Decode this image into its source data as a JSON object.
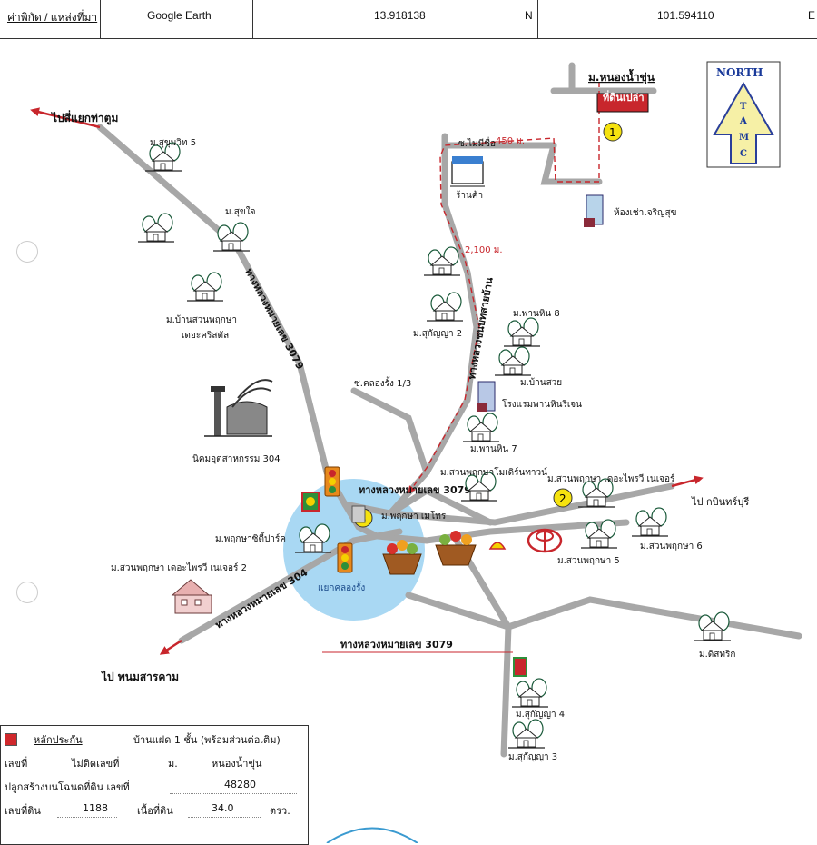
{
  "header": {
    "source_label": "ค่าพิกัด / แหล่งที่มา",
    "source_value": "Google Earth",
    "lat": "13.918138",
    "lat_dir": "N",
    "lon": "101.594110",
    "lon_dir": "E"
  },
  "compass": {
    "north": "NORTH",
    "letters": [
      "T",
      "A",
      "M",
      "C"
    ]
  },
  "roads": {
    "r3079_north": "ทางหลวงหมายเลข 3079",
    "r3079_center": "ทางหลวงหมายเลข 3079",
    "r3079_south": "ทางหลวงหมายเลข 3079",
    "r304": "ทางหลวงหมายเลข 304",
    "khlong_rung_road": "ทางหลวงชนบทสายบ้าน",
    "soi_noname": "ซ.ไม่มีชื่อ",
    "soi_khlong_rung": "ซ.คลองรั้ง 1/3"
  },
  "directions": {
    "to_tha_tum": "ไปสี่แยกท่าตูม",
    "to_kabinburi": "ไป กบินทร์บุรี",
    "to_phanom": "ไป พนมสารคาม"
  },
  "distances": {
    "d450": "450 ม.",
    "d2100": "2,100 ม."
  },
  "intersection": "แยกคลองรั้ง",
  "markers": [
    "1",
    "2",
    "3"
  ],
  "subject": {
    "village": "ม.หนองน้ำขุ่น",
    "plot_label": "ที่ดินเปล่า"
  },
  "places": {
    "sukhumvit5": "ม.สุขุมวิท 5",
    "sukjai": "ม.สุขใจ",
    "suan_pruksa_1": "ม.บ้านสวนพฤกษา",
    "suan_pruksa_2": "เดอะคริสตัล",
    "industrial": "นิคมอุตสาหกรรม 304",
    "shop": "ร้านค้า",
    "apartment": "ห้องเช่าเจริญสุข",
    "sukanya2": "ม.สุกัญญา 2",
    "phanhin8": "ม.พานหิน 8",
    "bansuay": "ม.บ้านสวย",
    "hotel": "โรงแรมพานหินรีเจน",
    "phanhin7": "ม.พานหิน 7",
    "pruksa_modern": "ม.สวนพฤกษาโมเดิร์นทาวน์",
    "pruksa_metro": "ม.พฤกษา เมโทร",
    "pruksa_city": "ม.พฤกษาซิตี้ปาร์ค",
    "pruksa_nature": "ม.สวนพฤกษา เดอะไพรวี เนเจอร์",
    "pruksa_nature2": "ม.สวนพฤกษา เดอะไพรวี เนเจอร์ 2",
    "pruksa6": "ม.สวนพฤกษา 6",
    "pruksa5": "ม.สวนพฤกษา 5",
    "ditsarik": "ม.ดิสทริก",
    "sukanya4": "ม.สุกัญญา 4",
    "sukanya3": "ม.สุกัญญา 3"
  },
  "collateral": {
    "title": "หลักประกัน",
    "type": "บ้านแฝด 1 ชั้น (พร้อมส่วนต่อเติม)",
    "house_no_label": "เลขที่",
    "house_no": "ไม่ติดเลขที่",
    "moo_label": "ม.",
    "moo": "หนองน้ำขุ่น",
    "deed_label": "ปลูกสร้างบนโฉนดที่ดิน เลขที่",
    "deed": "48280",
    "land_no_label": "เลขที่ดิน",
    "land_no": "1188",
    "area_label": "เนื้อที่ดิน",
    "area": "34.0",
    "area_unit": "ตรว.",
    "accent": "#d0282c"
  }
}
